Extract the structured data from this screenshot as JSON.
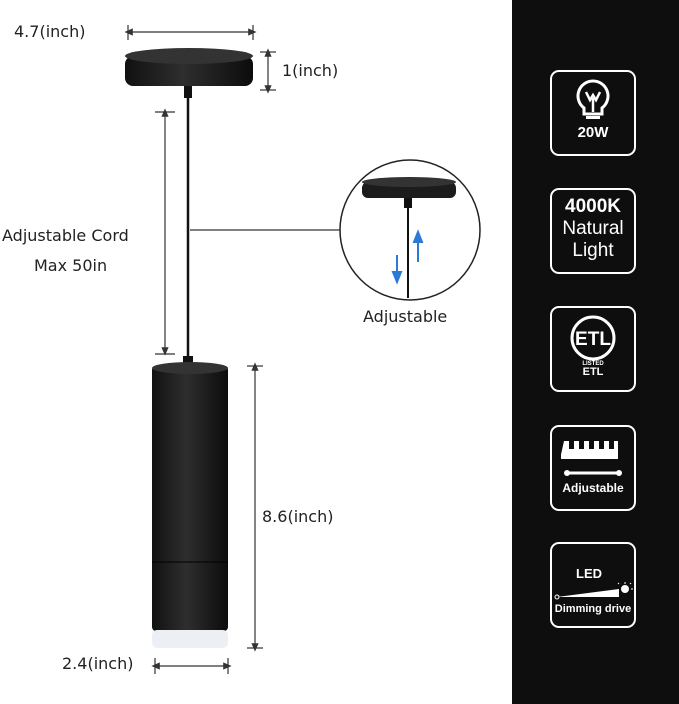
{
  "dimensions": {
    "canopy_width": "4.7(inch)",
    "canopy_height": "1(inch)",
    "cord": [
      "Adjustable Cord",
      "Max 50in"
    ],
    "body_height": "8.6(inch)",
    "body_width": "2.4(inch)"
  },
  "inset": {
    "label": "Adjustable"
  },
  "features": [
    {
      "icon": "bulb-icon",
      "text": "20W"
    },
    {
      "lines": [
        "4000K",
        "Natural",
        "Light"
      ]
    },
    {
      "icon": "etl-logo",
      "logo_text": "ETL LISTED",
      "text": "ETL"
    },
    {
      "icon": "ruler-icon",
      "text": "Adjustable"
    },
    {
      "icon": "dimming-icon",
      "led": "LED",
      "text": "Dimming drive"
    }
  ],
  "colors": {
    "panel": "#0e0e0e",
    "fixture": "#1c1c1c",
    "arrow": "#2a7ad6"
  }
}
